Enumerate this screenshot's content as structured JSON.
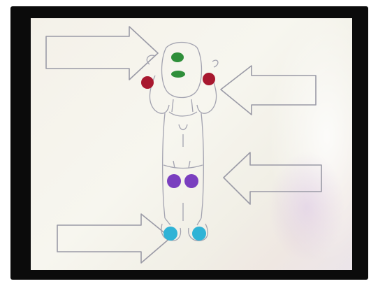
{
  "photo": {
    "subject": "drawing",
    "colors": {
      "frame": "#0b0b0b",
      "paper": "#f4f1e9",
      "pencil": "#9a9aa6",
      "eye_dot": "#2f8f3a",
      "hand_dot": "#a8182f",
      "hip_dot": "#7a3fbf",
      "foot_dot": "#2fb3d6"
    },
    "arrows": [
      {
        "name": "top-left",
        "points": "right"
      },
      {
        "name": "top-right",
        "points": "left"
      },
      {
        "name": "middle-right",
        "points": "left"
      },
      {
        "name": "bottom-left",
        "points": "right"
      }
    ]
  }
}
